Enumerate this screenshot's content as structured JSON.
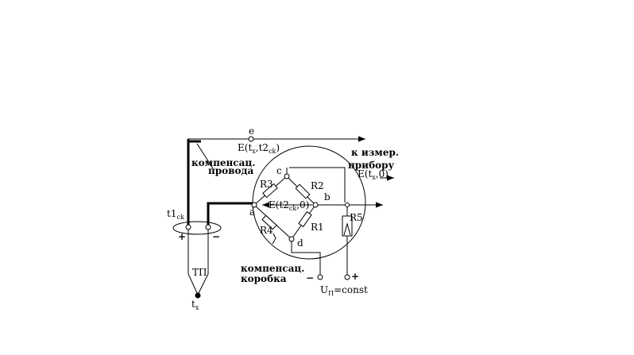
{
  "diagram": {
    "labels": {
      "e": "e",
      "e_emf_prefix": "E(t",
      "e_emf_sub1": "x",
      "e_emf_mid": ",t2",
      "e_emf_sub2": "ck",
      "e_emf_suffix": ")",
      "comp_wires_line1": "компенсац.",
      "comp_wires_line2": "провода",
      "to_instrument_line1": "к измер.",
      "to_instrument_line2": "прибору",
      "instr_emf_prefix": "E(t",
      "instr_emf_sub": "x",
      "instr_emf_suffix": ",0)",
      "t1": "t1",
      "t1_sub": "ck",
      "plus_left": "+",
      "minus_left": "−",
      "thermocouple": "ТП",
      "tx": "t",
      "tx_sub": "x",
      "node_a": "a",
      "node_b": "b",
      "node_c": "c",
      "node_d": "d",
      "r1": "R1",
      "r2": "R2",
      "r3": "R3",
      "r4": "R4",
      "r5": "R5",
      "bridge_emf_prefix": "E(t2",
      "bridge_emf_sub": "ck",
      "bridge_emf_suffix": ",0)",
      "comp_box_line1": "компенсац.",
      "comp_box_line2": "коробка",
      "supply_minus": "−",
      "supply_plus": "+",
      "supply_prefix": "U",
      "supply_sub": "П",
      "supply_suffix": "=const"
    }
  }
}
